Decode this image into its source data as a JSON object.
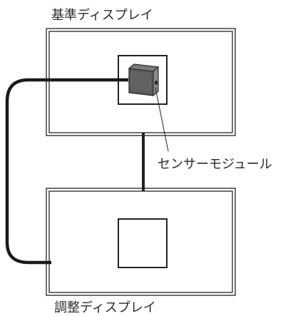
{
  "labels": {
    "reference_display": "基準ディスプレイ",
    "adjust_display": "調整ディスプレイ",
    "sensor_module": "センサーモジュール"
  },
  "colors": {
    "stroke": "#222222",
    "cable": "#1a1a1a",
    "sensor_body": "#5a5a5a",
    "sensor_face": "#8a8a8a",
    "background": "#ffffff"
  }
}
